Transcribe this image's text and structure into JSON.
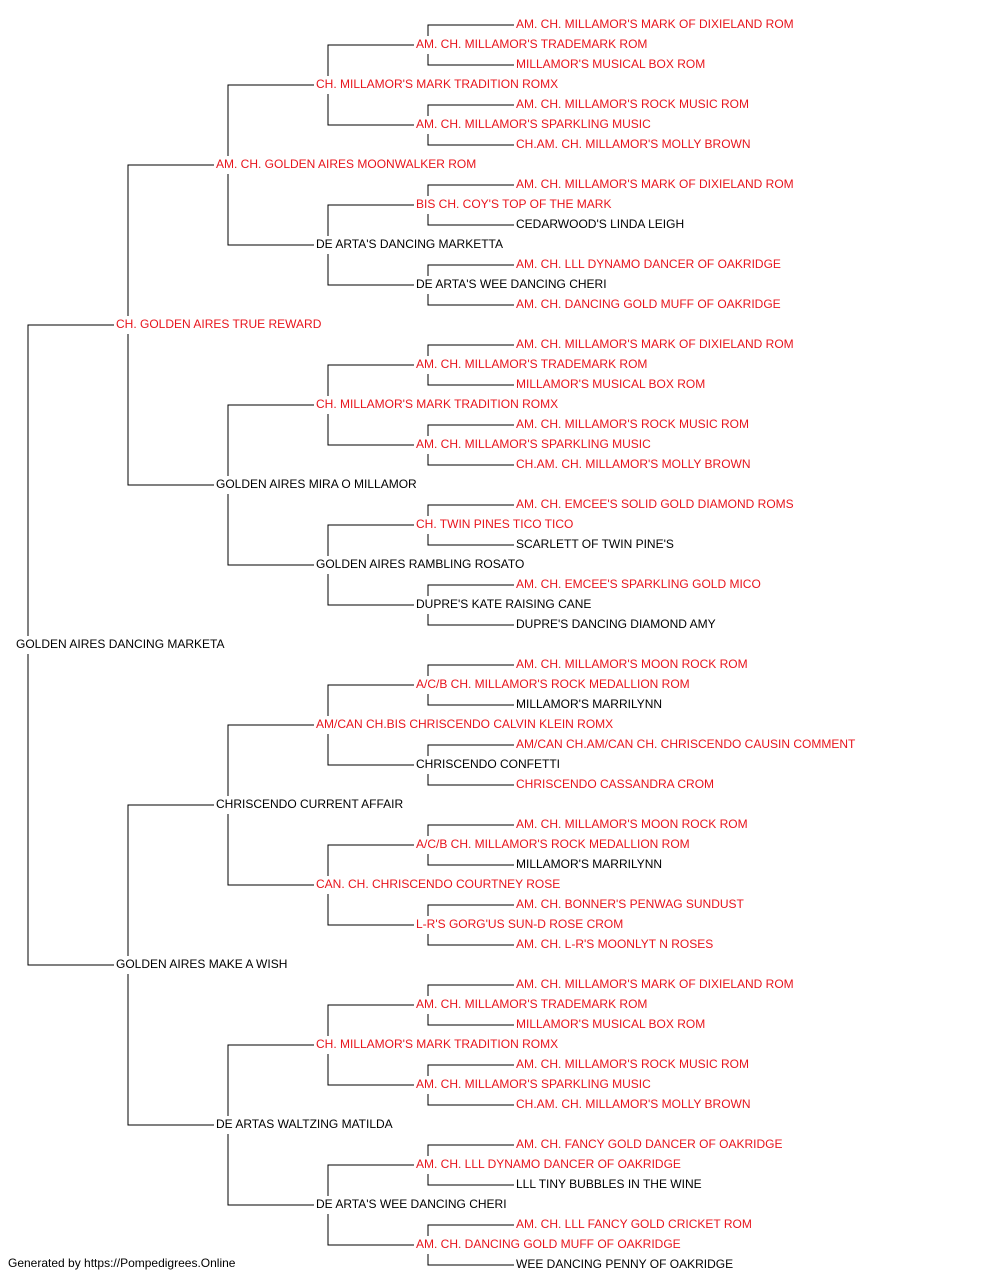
{
  "colors": {
    "titled": "#e8141c",
    "untitled": "#000000",
    "line": "#000000"
  },
  "footer": "Generated by https://Pompedigrees.Online",
  "pedigree": {
    "name": "GOLDEN AIRES DANCING MARKETA",
    "titled": false,
    "sire": {
      "name": "CH. GOLDEN AIRES TRUE REWARD",
      "titled": true,
      "sire": {
        "name": "AM. CH. GOLDEN AIRES MOONWALKER ROM",
        "titled": true,
        "sire": {
          "name": "CH. MILLAMOR'S MARK TRADITION ROMX",
          "titled": true,
          "sire": {
            "name": "AM. CH. MILLAMOR'S TRADEMARK ROM",
            "titled": true,
            "sire": {
              "name": "AM. CH. MILLAMOR'S MARK OF DIXIELAND ROM",
              "titled": true
            },
            "dam": {
              "name": "MILLAMOR'S MUSICAL BOX ROM",
              "titled": true
            }
          },
          "dam": {
            "name": "AM. CH. MILLAMOR'S SPARKLING MUSIC",
            "titled": true,
            "sire": {
              "name": "AM. CH. MILLAMOR'S ROCK MUSIC ROM",
              "titled": true
            },
            "dam": {
              "name": "CH.AM. CH. MILLAMOR'S MOLLY BROWN",
              "titled": true
            }
          }
        },
        "dam": {
          "name": "DE ARTA'S DANCING MARKETTA",
          "titled": false,
          "sire": {
            "name": "BIS CH. COY'S TOP OF THE MARK",
            "titled": true,
            "sire": {
              "name": "AM. CH. MILLAMOR'S MARK OF DIXIELAND ROM",
              "titled": true
            },
            "dam": {
              "name": "CEDARWOOD'S LINDA LEIGH",
              "titled": false
            }
          },
          "dam": {
            "name": "DE ARTA'S WEE DANCING CHERI",
            "titled": false,
            "sire": {
              "name": "AM. CH. LLL DYNAMO DANCER OF OAKRIDGE",
              "titled": true
            },
            "dam": {
              "name": "AM. CH. DANCING GOLD MUFF OF OAKRIDGE",
              "titled": true
            }
          }
        }
      },
      "dam": {
        "name": "GOLDEN AIRES MIRA O MILLAMOR",
        "titled": false,
        "sire": {
          "name": "CH. MILLAMOR'S MARK TRADITION ROMX",
          "titled": true,
          "sire": {
            "name": "AM. CH. MILLAMOR'S TRADEMARK ROM",
            "titled": true,
            "sire": {
              "name": "AM. CH. MILLAMOR'S MARK OF DIXIELAND ROM",
              "titled": true
            },
            "dam": {
              "name": "MILLAMOR'S MUSICAL BOX ROM",
              "titled": true
            }
          },
          "dam": {
            "name": "AM. CH. MILLAMOR'S SPARKLING MUSIC",
            "titled": true,
            "sire": {
              "name": "AM. CH. MILLAMOR'S ROCK MUSIC ROM",
              "titled": true
            },
            "dam": {
              "name": "CH.AM. CH. MILLAMOR'S MOLLY BROWN",
              "titled": true
            }
          }
        },
        "dam": {
          "name": "GOLDEN AIRES RAMBLING ROSATO",
          "titled": false,
          "sire": {
            "name": "CH. TWIN PINES TICO TICO",
            "titled": true,
            "sire": {
              "name": "AM. CH. EMCEE'S SOLID GOLD DIAMOND ROMS",
              "titled": true
            },
            "dam": {
              "name": "SCARLETT OF TWIN PINE'S",
              "titled": false
            }
          },
          "dam": {
            "name": "DUPRE'S KATE RAISING CANE",
            "titled": false,
            "sire": {
              "name": "AM. CH. EMCEE'S SPARKLING GOLD MICO",
              "titled": true
            },
            "dam": {
              "name": "DUPRE'S DANCING DIAMOND AMY",
              "titled": false
            }
          }
        }
      }
    },
    "dam": {
      "name": "GOLDEN AIRES MAKE A WISH",
      "titled": false,
      "sire": {
        "name": "CHRISCENDO CURRENT AFFAIR",
        "titled": false,
        "sire": {
          "name": "AM/CAN CH.BIS CHRISCENDO CALVIN KLEIN ROMX",
          "titled": true,
          "sire": {
            "name": "A/C/B CH. MILLAMOR'S ROCK MEDALLION ROM",
            "titled": true,
            "sire": {
              "name": "AM. CH. MILLAMOR'S MOON ROCK ROM",
              "titled": true
            },
            "dam": {
              "name": "MILLAMOR'S MARRILYNN",
              "titled": false
            }
          },
          "dam": {
            "name": "CHRISCENDO CONFETTI",
            "titled": false,
            "sire": {
              "name": "AM/CAN CH.AM/CAN CH. CHRISCENDO CAUSIN COMMENT",
              "titled": true
            },
            "dam": {
              "name": "CHRISCENDO CASSANDRA CROM",
              "titled": true
            }
          }
        },
        "dam": {
          "name": "CAN. CH. CHRISCENDO COURTNEY ROSE",
          "titled": true,
          "sire": {
            "name": "A/C/B CH. MILLAMOR'S ROCK MEDALLION ROM",
            "titled": true,
            "sire": {
              "name": "AM. CH. MILLAMOR'S MOON ROCK ROM",
              "titled": true
            },
            "dam": {
              "name": "MILLAMOR'S MARRILYNN",
              "titled": false
            }
          },
          "dam": {
            "name": "L-R'S GORG'US SUN-D ROSE CROM",
            "titled": true,
            "sire": {
              "name": "AM. CH. BONNER'S PENWAG SUNDUST",
              "titled": true
            },
            "dam": {
              "name": "AM. CH. L-R'S MOONLYT N ROSES",
              "titled": true
            }
          }
        }
      },
      "dam": {
        "name": "DE ARTAS WALTZING MATILDA",
        "titled": false,
        "sire": {
          "name": "CH. MILLAMOR'S MARK TRADITION ROMX",
          "titled": true,
          "sire": {
            "name": "AM. CH. MILLAMOR'S TRADEMARK ROM",
            "titled": true,
            "sire": {
              "name": "AM. CH. MILLAMOR'S MARK OF DIXIELAND ROM",
              "titled": true
            },
            "dam": {
              "name": "MILLAMOR'S MUSICAL BOX ROM",
              "titled": true
            }
          },
          "dam": {
            "name": "AM. CH. MILLAMOR'S SPARKLING MUSIC",
            "titled": true,
            "sire": {
              "name": "AM. CH. MILLAMOR'S ROCK MUSIC ROM",
              "titled": true
            },
            "dam": {
              "name": "CH.AM. CH. MILLAMOR'S MOLLY BROWN",
              "titled": true
            }
          }
        },
        "dam": {
          "name": "DE ARTA'S WEE DANCING CHERI",
          "titled": false,
          "sire": {
            "name": "AM. CH. LLL DYNAMO DANCER OF OAKRIDGE",
            "titled": true,
            "sire": {
              "name": "AM. CH. FANCY GOLD DANCER OF OAKRIDGE",
              "titled": true
            },
            "dam": {
              "name": "LLL TINY BUBBLES IN THE WINE",
              "titled": false
            }
          },
          "dam": {
            "name": "AM. CH. DANCING GOLD MUFF OF OAKRIDGE",
            "titled": true,
            "sire": {
              "name": "AM. CH. LLL FANCY GOLD CRICKET ROM",
              "titled": true
            },
            "dam": {
              "name": "WEE DANCING PENNY OF OAKRIDGE",
              "titled": false
            }
          }
        }
      }
    }
  }
}
